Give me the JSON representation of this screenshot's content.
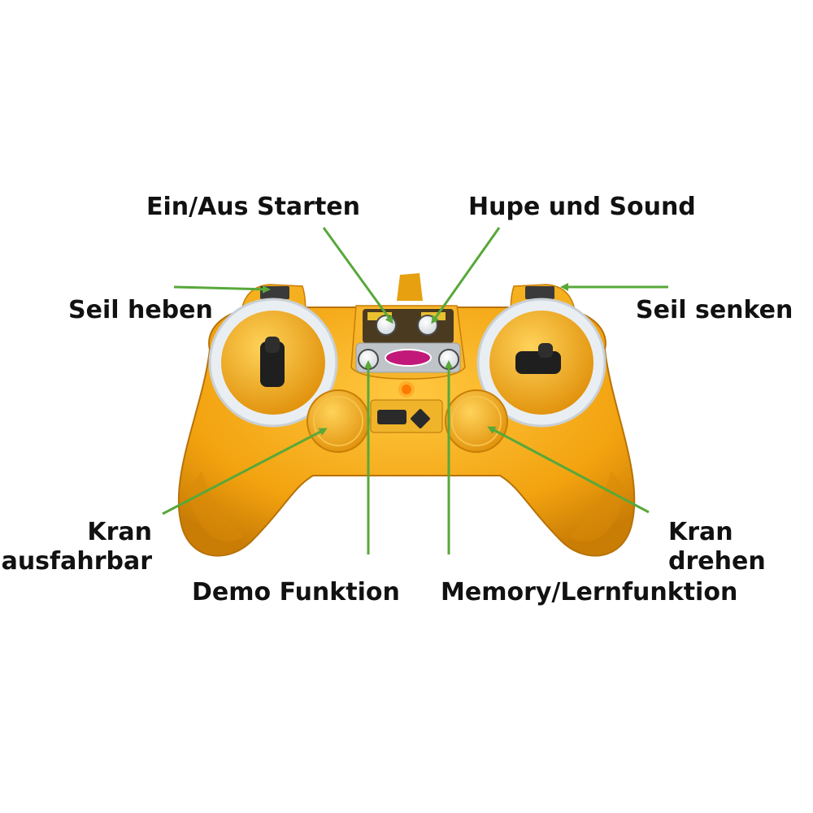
{
  "colors": {
    "body": "#f2a20f",
    "body_highlight": "#ffc840",
    "body_shadow": "#c97d05",
    "ring": "#e9eef2",
    "arrow": "#58a83a",
    "panel": "#bfc4c8",
    "stick": "#1f1f1f",
    "led": "#ff7a00",
    "text": "#111111"
  },
  "labels": {
    "power_start": "Ein/Aus Starten",
    "horn_sound": "Hupe und Sound",
    "rope_up": "Seil heben",
    "rope_down": "Seil senken",
    "crane_extend_line1": "Kran",
    "crane_extend_line2": "ausfahrbar",
    "crane_rotate_line1": "Kran",
    "crane_rotate_line2": "drehen",
    "demo": "Demo Funktion",
    "memory": "Memory/Lernfunktion"
  }
}
